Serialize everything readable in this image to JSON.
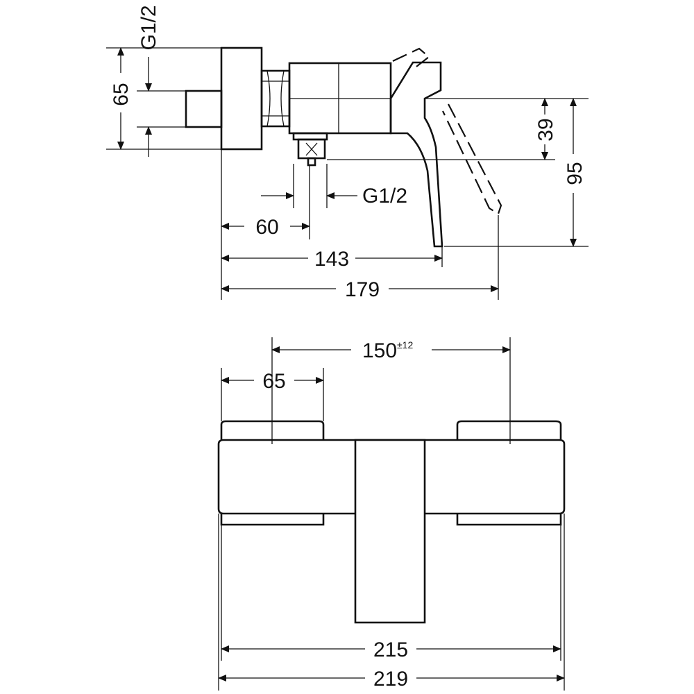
{
  "side_view": {
    "dim_g12_top": "G1/2",
    "dim_65": "65",
    "dim_39": "39",
    "dim_95": "95",
    "dim_g12_mid": "G1/2",
    "dim_60": "60",
    "dim_143": "143",
    "dim_179": "179"
  },
  "front_view": {
    "dim_150": "150",
    "dim_150_tol": "±12",
    "dim_65": "65",
    "dim_215": "215",
    "dim_219": "219"
  }
}
